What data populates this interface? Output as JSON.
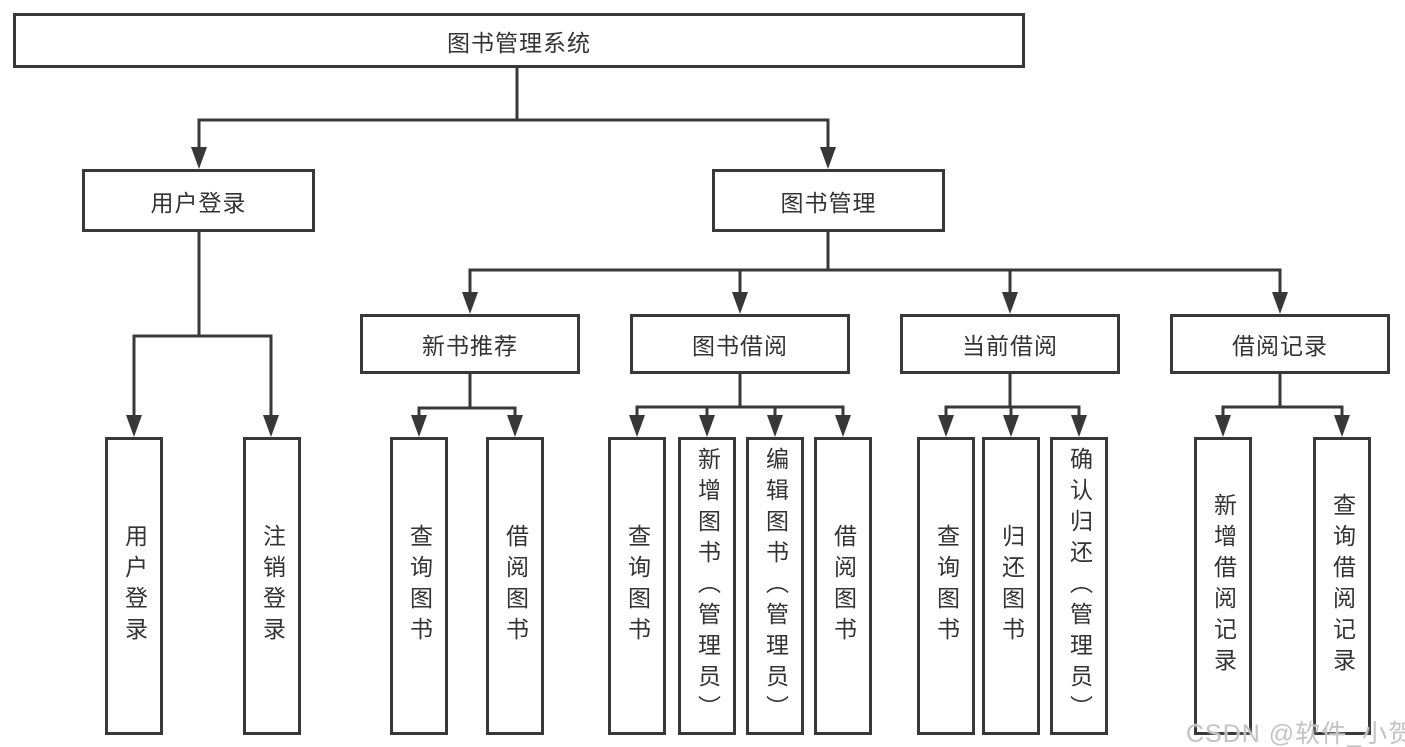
{
  "watermark": "CSDN @软件_小贺同学",
  "colors": {
    "line": "#383838",
    "text": "#333333",
    "watermark": "#c3c3c3",
    "background": "#ffffff"
  },
  "tree": {
    "root": {
      "label": "图书管理系统"
    },
    "user_login": {
      "label": "用户登录",
      "children": [
        {
          "label": "用户登录"
        },
        {
          "label": "注销登录"
        }
      ]
    },
    "book_mgmt": {
      "label": "图书管理"
    },
    "new_book": {
      "label": "新书推荐",
      "children": [
        {
          "label": "查询图书"
        },
        {
          "label": "借阅图书"
        }
      ]
    },
    "borrow": {
      "label": "图书借阅",
      "children": [
        {
          "label": "查询图书"
        },
        {
          "label": "新增图书（管理员）"
        },
        {
          "label": "编辑图书（管理员）"
        },
        {
          "label": "借阅图书"
        }
      ]
    },
    "current": {
      "label": "当前借阅",
      "children": [
        {
          "label": "查询图书"
        },
        {
          "label": "归还图书"
        },
        {
          "label": "确认归还（管理员）"
        }
      ]
    },
    "records": {
      "label": "借阅记录",
      "children": [
        {
          "label": "新增借阅记录"
        },
        {
          "label": "查询借阅记录"
        }
      ]
    }
  }
}
